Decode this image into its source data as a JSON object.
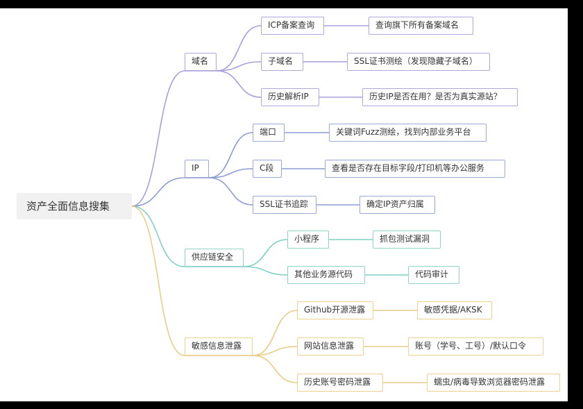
{
  "mindmap": {
    "root": "资产全面信息搜集",
    "colors": {
      "purple": "#a99fda",
      "blue": "#8c9bd4",
      "teal": "#7fcfc4",
      "yellow": "#e9cc85"
    },
    "branches": [
      {
        "label": "域名",
        "color": "#a99fda",
        "children": [
          {
            "label": "ICP备案查询",
            "leaf": "查询旗下所有备案域名"
          },
          {
            "label": "子域名",
            "leaf": "SSL证书测绘（发现隐藏子域名）"
          },
          {
            "label": "历史解析IP",
            "leaf": "历史IP是否在用？是否为真实源站？"
          }
        ]
      },
      {
        "label": "IP",
        "color": "#8c9bd4",
        "children": [
          {
            "label": "端口",
            "leaf": "关键词Fuzz测绘，找到内部业务平台"
          },
          {
            "label": "C段",
            "leaf": "查看是否存在目标字段/打印机等办公服务"
          },
          {
            "label": "SSL证书追踪",
            "leaf": "确定IP资产归属"
          }
        ]
      },
      {
        "label": "供应链安全",
        "color": "#7fcfc4",
        "children": [
          {
            "label": "小程序",
            "leaf": "抓包测试漏洞"
          },
          {
            "label": "其他业务源代码",
            "leaf": "代码审计"
          }
        ]
      },
      {
        "label": "敏感信息泄露",
        "color": "#e9cc85",
        "children": [
          {
            "label": "Github开源泄露",
            "leaf": "敏感凭据/AKSK"
          },
          {
            "label": "网站信息泄露",
            "leaf": "账号（学号、工号）/默认口令"
          },
          {
            "label": "历史账号密码泄露",
            "leaf": "蠕虫/病毒导致浏览器密码泄露"
          }
        ]
      }
    ]
  }
}
